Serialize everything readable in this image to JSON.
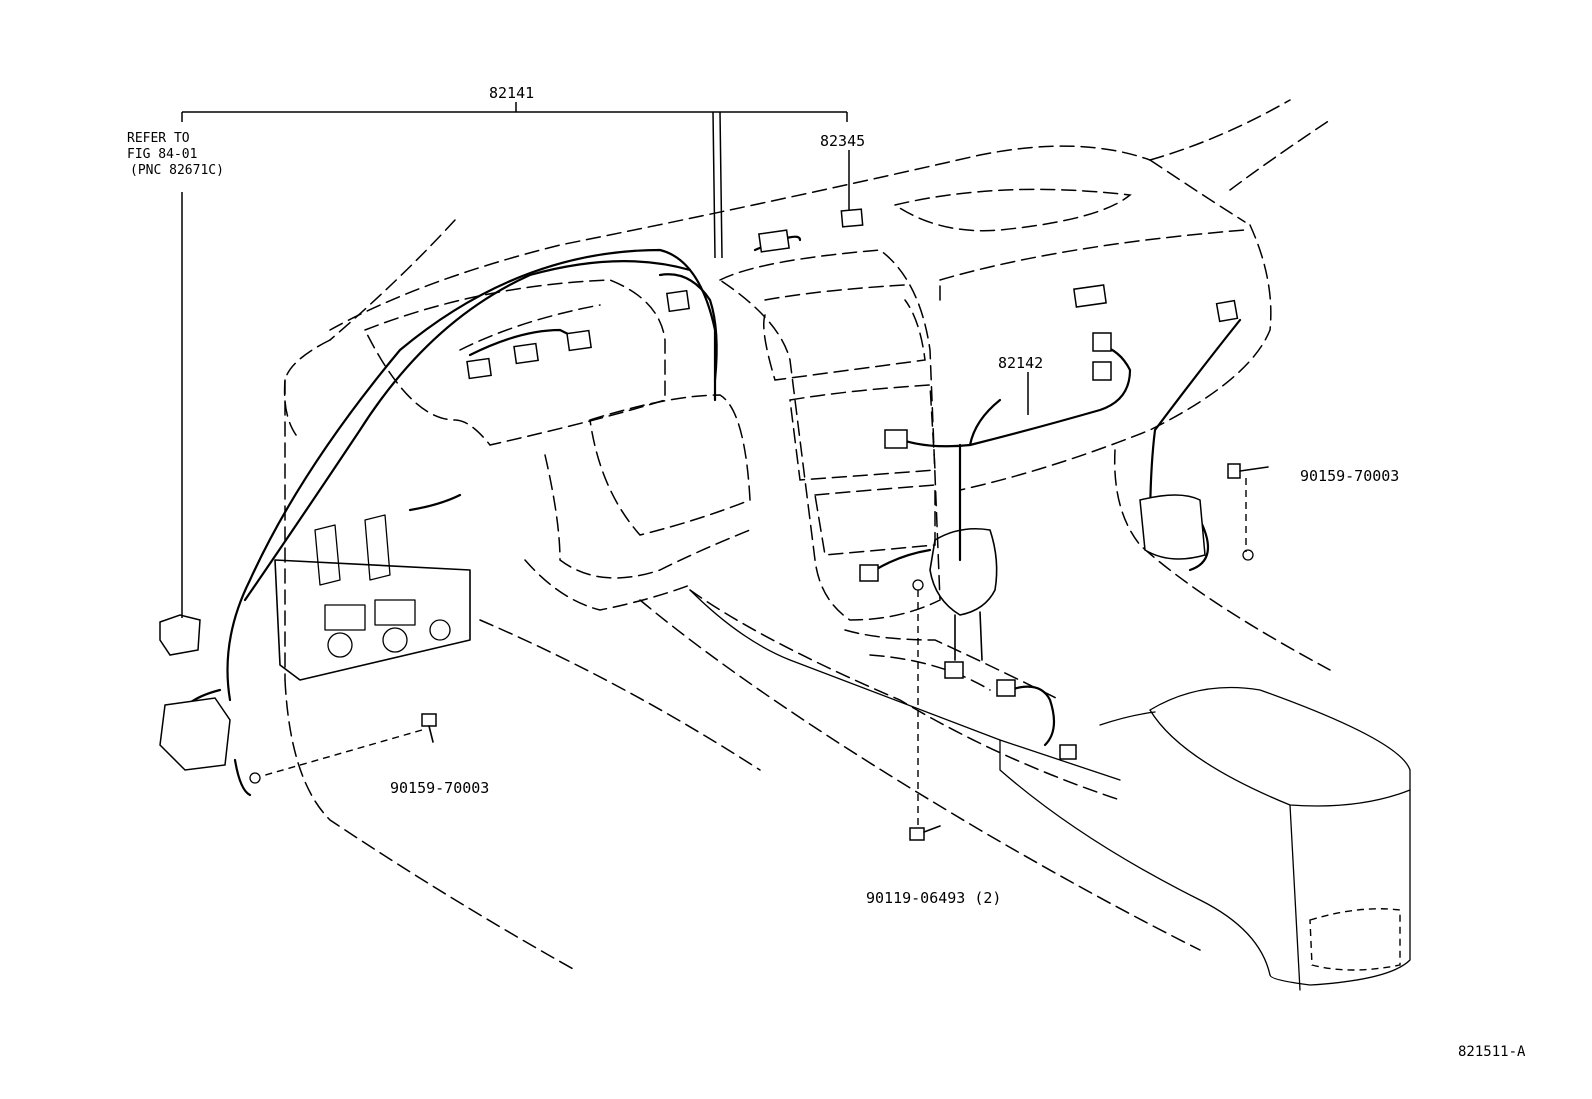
{
  "labels": {
    "harness_main": "82141",
    "connector_top": "82345",
    "harness_console": "82142",
    "bolt_right": "90159-70003",
    "bolt_left": "90159-70003",
    "bolt_bottom": "90119-06493 (2)",
    "figure_code": "821511-A"
  },
  "refer_note": {
    "line1": "REFER TO",
    "line2": "FIG 84-01",
    "line3": "(PNC 82671C)"
  }
}
